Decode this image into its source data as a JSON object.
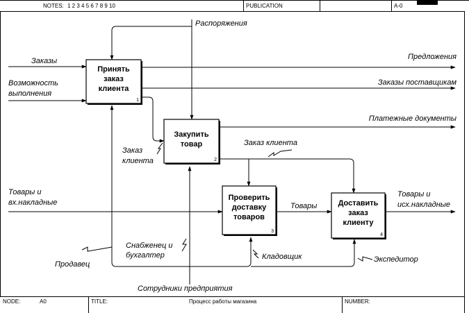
{
  "header": {
    "notes_label": "NOTES:",
    "notes_numbers": "1 2 3 4 5 6 7 8 9 10",
    "publication_label": "PUBLICATION",
    "page_code": "A-0"
  },
  "footer": {
    "node_label": "NODE:",
    "node_value": "A0",
    "title_label": "TITLE:",
    "title_value": "Процесс работы магазина",
    "number_label": "NUMBER:"
  },
  "boxes": [
    {
      "id": "box-1",
      "lines": [
        "Принять",
        "заказ",
        "клиента"
      ],
      "number": "1"
    },
    {
      "id": "box-2",
      "lines": [
        "Закупить",
        "товар"
      ],
      "number": "2"
    },
    {
      "id": "box-3",
      "lines": [
        "Проверить",
        "доставку",
        "товаров"
      ],
      "number": "3"
    },
    {
      "id": "box-4",
      "lines": [
        "Доставить",
        "заказ",
        "клиенту"
      ],
      "number": "4"
    }
  ],
  "labels": {
    "orders": "Заказы",
    "capability": [
      "Возможность",
      "выполнения"
    ],
    "directives": "Распоряжения",
    "proposals": "Предложения",
    "supplier_orders": "Заказы поставщикам",
    "payment_docs": "Платежные документы",
    "client_order_left": [
      "Заказ",
      "клиента"
    ],
    "client_order_right": "Заказ клиента",
    "goods_in": [
      "Товары и",
      "вх.накладные"
    ],
    "goods_mid": "Товары",
    "goods_out": [
      "Товары и",
      "исх.накладные"
    ],
    "supplier_accountant": [
      "Снабженец и",
      "бухгалтер"
    ],
    "seller": "Продавец",
    "storekeeper": "Кладовщик",
    "forwarder": "Экспедитор",
    "employees": "Сотрудники предприятия"
  }
}
